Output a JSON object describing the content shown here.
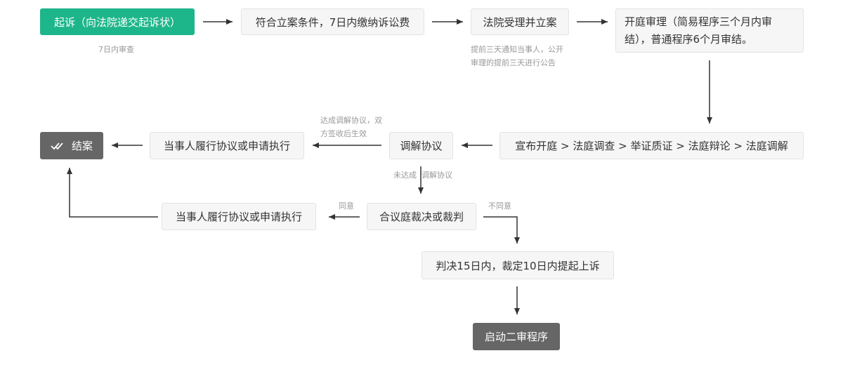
{
  "nodes": {
    "file_suit": "起诉（向法院递交起诉状）",
    "conditions": "符合立案条件，7日内缴纳诉讼费",
    "accept": "法院受理并立案",
    "trial": "开庭审理（简易程序三个月内审结），普通程序6个月审结。",
    "court_process": "宣布开庭 > 法庭调查 > 举证质证 > 法庭辩论 > 法庭调解",
    "mediation": "调解协议",
    "perform_1": "当事人履行协议或申请执行",
    "close_case": "结案",
    "ruling": "合议庭裁决或裁判",
    "perform_2": "当事人履行协议或申请执行",
    "appeal": "判决15日内，裁定10日内提起上诉",
    "second_trial": "启动二审程序"
  },
  "notes": {
    "review": "7日内审查",
    "notify": "提前三天通知当事人，公开审理的提前三天进行公告",
    "agreement": "达成调解协议，双方签收后生效",
    "no_agreement": "未达成  调解协议",
    "agree": "同意",
    "disagree": "不同意"
  },
  "icons": {
    "close_case": "double-check-icon"
  },
  "colors": {
    "start": "#1db68a",
    "dark": "#666666",
    "arrow": "#333333"
  }
}
